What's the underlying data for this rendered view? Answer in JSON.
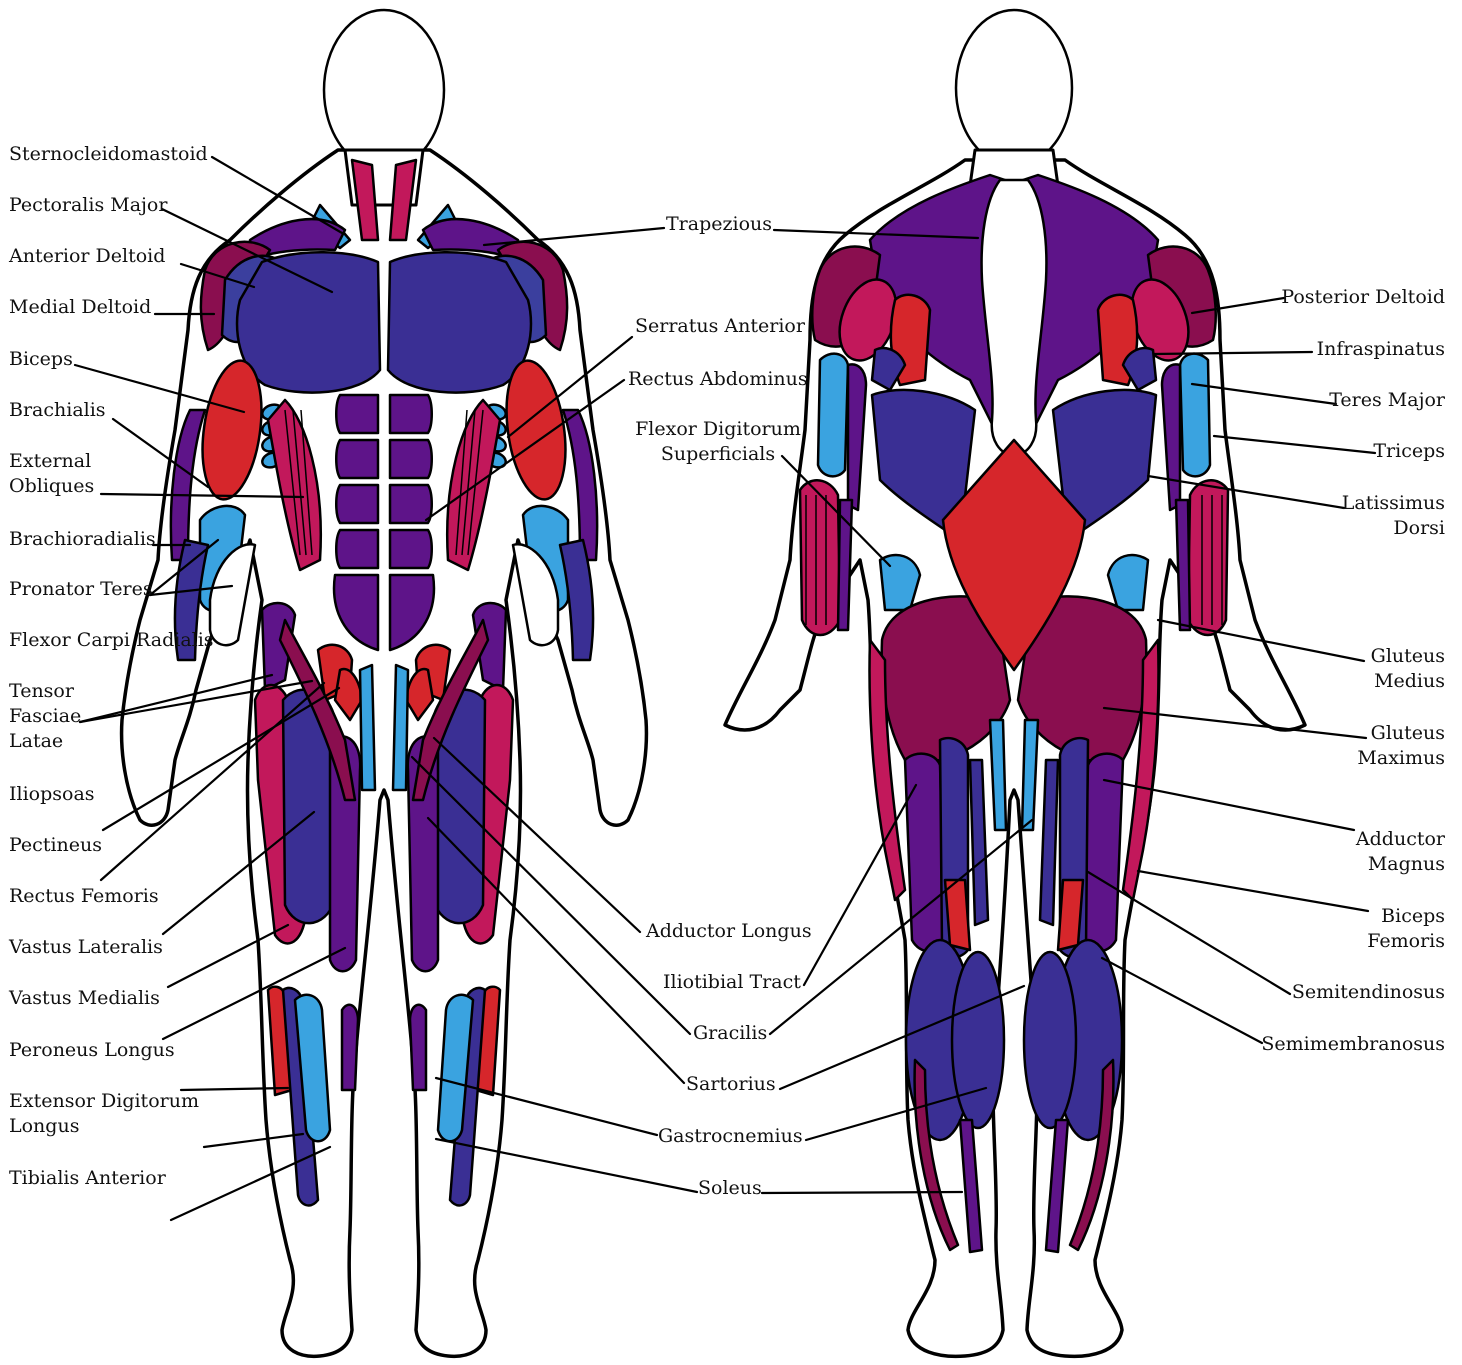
{
  "colors": {
    "outline": "#000000",
    "skin": "#ffffff",
    "red": "#d6262b",
    "crimson": "#c2185b",
    "maroon": "#8a0e4f",
    "purple": "#5e1489",
    "indigo": "#3a2f94",
    "blue": "#3b3f9e",
    "lightblue": "#3aa3e0"
  },
  "labels": {
    "sternocleidomastoid": "Sternocleidomastoid",
    "pectoralis_major": "Pectoralis Major",
    "anterior_deltoid": "Anterior Deltoid",
    "medial_deltoid": "Medial Deltoid",
    "biceps": "Biceps",
    "brachialis": "Brachialis",
    "external_obliques": "External\nObliques",
    "brachioradialis": "Brachioradialis",
    "pronator_teres": "Pronator Teres",
    "flexor_carpi_radialis": "Flexor Carpi Radialis",
    "tensor_fasciae_latae": "Tensor\nFasciae\nLatae",
    "iliopsoas": "Iliopsoas",
    "pectineus": "Pectineus",
    "rectus_femoris": "Rectus Femoris",
    "vastus_lateralis": "Vastus Lateralis",
    "vastus_medialis": "Vastus Medialis",
    "peroneus_longus": "Peroneus Longus",
    "extensor_digitorum_longus": "Extensor Digitorum\nLongus",
    "tibialis_anterior": "Tibialis Anterior",
    "trapezious": "Trapezious",
    "serratus_anterior": "Serratus Anterior",
    "rectus_abdominus": "Rectus Abdominus",
    "flexor_digitorum_superficials": "Flexor Digitorum\nSuperficials",
    "adductor_longus": "Adductor Longus",
    "iliotibial_tract": "Iliotibial Tract",
    "gracilis": "Gracilis",
    "sartorius": "Sartorius",
    "gastrocnemius": "Gastrocnemius",
    "soleus": "Soleus",
    "posterior_deltoid": "Posterior Deltoid",
    "infraspinatus": "Infraspinatus",
    "teres_major": "Teres Major",
    "triceps": "Triceps",
    "latissimus_dorsi": "Latissimus\nDorsi",
    "gluteus_medius": "Gluteus\nMedius",
    "gluteus_maximus": "Gluteus\nMaximus",
    "adductor_magnus": "Adductor\nMagnus",
    "biceps_femoris": "Biceps\nFemoris",
    "semitendinosus": "Semitendinosus",
    "semimembranosus": "Semimembranosus"
  }
}
